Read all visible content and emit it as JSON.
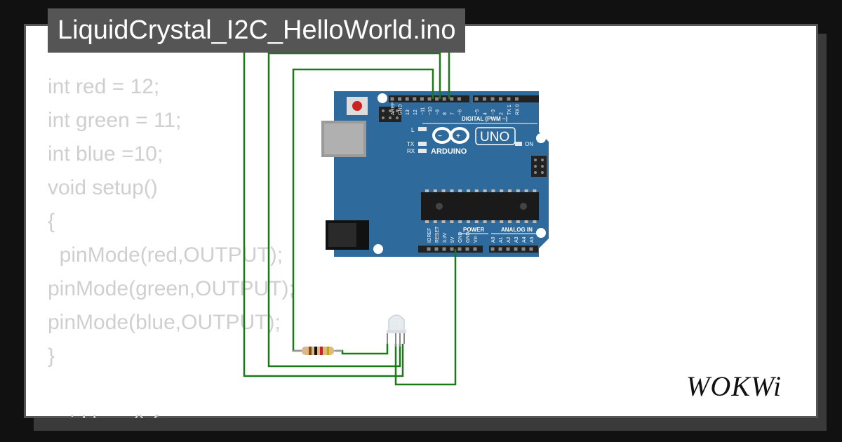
{
  "title": "LiquidCrystal_I2C_HelloWorld.ino",
  "code_lines": [
    "int red = 12;",
    "int green = 11;",
    "int blue =10;",
    "void setup()",
    "{",
    "  pinMode(red,OUTPUT);",
    "pinMode(green,OUTPUT);",
    "pinMode(blue,OUTPUT);",
    "}",
    "",
    "void loop() {"
  ],
  "board": {
    "model": "UNO",
    "brand": "ARDUINO",
    "label_digital": "DIGITAL (PWM ~)",
    "label_power": "POWER",
    "label_analog": "ANALOG IN",
    "led_labels": [
      "L",
      "TX",
      "RX"
    ],
    "on_label": "ON",
    "top_pins": [
      "AREF",
      "GND",
      "13",
      "12",
      "~11",
      "~10",
      "~9",
      "8",
      "7",
      "~6",
      "~5",
      "4",
      "~3",
      "2",
      "TX 1",
      "RX 0"
    ],
    "bottom_pins": [
      "IOREF",
      "RESET",
      "3.3V",
      "5V",
      "GND",
      "GND",
      "Vin",
      "A0",
      "A1",
      "A2",
      "A3",
      "A4",
      "A5"
    ]
  },
  "logo": "WOKWi",
  "colors": {
    "background": "#111111",
    "frame": "#ffffff",
    "title_bar": "#555555",
    "code_text": "#cfcfcf",
    "board": "#2e6a9c",
    "wire": "#1a7a1a"
  },
  "icons": [
    "resistor-icon",
    "rgb-led-icon",
    "arduino-infinity-logo"
  ]
}
